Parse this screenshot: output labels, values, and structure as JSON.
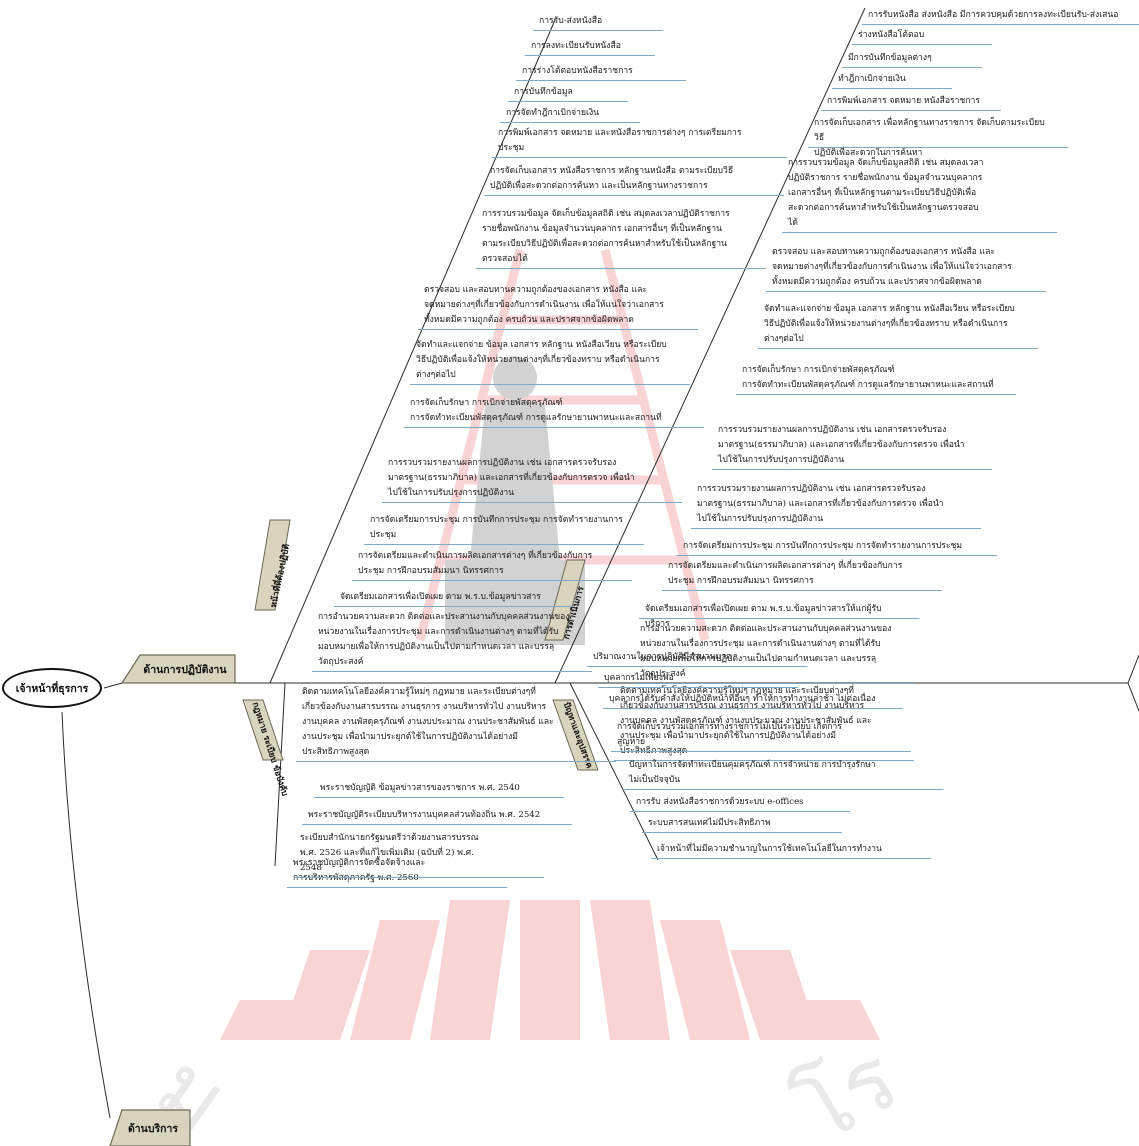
{
  "root": "เจ้าหน้าที่ธุรการ",
  "categories": {
    "operation": "ด้านการปฏิบัติงาน",
    "service": "ด้านบริการ"
  },
  "bones": {
    "duty": "หน้าที่ที่ต้องปฏิบัติ",
    "work_method": "การดำเนินการ",
    "law": "กฎหมาย ระเบียบ ข้อบังคับ",
    "problems": "ปัญหาและอุปสรรค"
  },
  "duty_items": [
    "การรับ-ส่งหนังสือ",
    "การลงทะเบียนรับหนังสือ",
    "การร่างโต้ตอบหนังสือราชการ",
    "การบันทึกข้อมูล",
    "การจัดทำฎีกาเบิกจ่ายเงิน",
    "การพิมพ์เอกสาร จดหมาย และหนังสือราชการต่างๆ การเตรียมการ\nประชุม",
    "การจัดเก็บเอกสาร หนังสือราชการ หลักฐานหนังสือ ตามระเบียบวิธี\nปฏิบัติเพื่อสะดวกต่อการค้นหา และเป็นหลักฐานทางราชการ",
    "การรวบรวมข้อมูล จัดเก็บข้อมูลสถิติ เช่น สมุดลงเวลาปฏิบัติราชการ\nรายชื่อพนักงาน ข้อมูลจำนวนบุคลากร เอกสารอื่นๆ ที่เป็นหลักฐาน\nตามระเบียบวิธีปฏิบัติเพื่อสะดวกต่อการค้นหาสำหรับใช้เป็นหลักฐาน\nตรวจสอบได้",
    "ตรวจสอบ และสอบทานความถูกต้องของเอกสาร หนังสือ และ\nจดหมายต่างๆที่เกี่ยวข้องกับการดำเนินงาน เพื่อให้แน่ใจว่าเอกสาร\nทั้งหมดมีความถูกต้อง ครบถ้วน และปราศจากข้อผิดพลาด",
    "จัดทำและแจกจ่าย ข้อมูล เอกสาร หลักฐาน หนังสือเวียน หรือระเบียบ\nวิธีปฏิบัติเพื่อแจ้งให้หน่วยงานต่างๆที่เกี่ยวข้องทราบ หรือดำเนินการ\nต่างๆต่อไป",
    "การจัดเก็บรักษา การเบิกจ่ายพัสดุครุภัณฑ์\nการจัดทำทะเบียนพัสดุครุภัณฑ์ การดูแลรักษายานพาหนะและสถานที่",
    "การรวบรวมรายงานผลการปฏิบัติงาน เช่น เอกสารตรวจรับรอง\nมาตรฐาน(ธรรมาภิบาล) และเอกสารที่เกี่ยวข้องกับการตรวจ เพื่อนำ\nไปใช้ในการปรับปรุงการปฏิบัติงาน",
    "การจัดเตรียมการประชุม การบันทึกการประชุม การจัดทำรายงานการ\nประชุม",
    "การจัดเตรียมและดำเนินการผลิตเอกสารต่างๆ ที่เกี่ยวข้องกับการ\nประชุม การฝึกอบรมสัมมนา นิทรรศการ",
    "จัดเตรียมเอกสารเพื่อเปิดเผย ตาม พ.ร.บ.ข้อมูลข่าวสาร",
    "การอำนวยความสะดวก ติดต่อและประสานงานกับบุคคลส่วนงานของ\nหน่วยงานในเรื่องการประชุม และการดำเนินงานต่างๆ ตามที่ได้รับ\nมอบหมายเพื่อให้การปฏิบัติงานเป็นไปตามกำหนดเวลา และบรรลุ\nวัตถุประสงค์",
    "ติดตามเทคโนโลยีองค์ความรู้ใหม่ๆ กฎหมาย และระเบียบต่างๆที่\nเกี่ยวข้องกับงานสารบรรณ งานธุรการ งานบริหารทั่วไป งานบริหาร\nงานบุคคล งานพัสดุครุภัณฑ์ งานงบประมาณ งานประชาสัมพันธ์ และ\nงานประชุม เพื่อนำมาประยุกต์ใช้ในการปฏิบัติงานได้อย่างมี\nประสิทธิภาพสูงสุด"
  ],
  "method_items": [
    "การรับหนังสือ ส่งหนังสือ มีการควบคุมด้วยการลงทะเบียนรับ-ส่งเสนอ",
    "ร่างหนังสือโต้ตอบ",
    "มีการบันทึกข้อมูลต่างๆ",
    "ทำฎีกาเบิกจ่ายเงิน",
    "การพิมพ์เอกสาร จดหมาย หนังสือราชการ",
    "การจัดเก็บเอกสาร เพื่อหลักฐานทางราชการ จัดเก็บตามระเบียบวิธี\nปฏิบัติเพื่อสะดวกในการค้นหา",
    "การรวบรวมข้อมูล จัดเก็บข้อมูลสถิติ เช่น สมุดลงเวลา\nปฏิบัติราชการ รายชื่อพนักงาน ข้อมูลจำนวนบุคลากร\nเอกสารอื่นๆ ที่เป็นหลักฐานตามระเบียบวิธีปฏิบัติเพื่อ\nสะดวกต่อการค้นหาสำหรับใช้เป็นหลักฐานตรวจสอบ\nได้",
    "ตรวจสอบ และสอบทานความถูกต้องของเอกสาร หนังสือ และ\nจดหมายต่างๆที่เกี่ยวข้องกับการดำเนินงาน เพื่อให้แน่ใจว่าเอกสาร\nทั้งหมดมีความถูกต้อง ครบถ้วน และปราศจากข้อผิดพลาด",
    "จัดทำและแจกจ่าย ข้อมูล เอกสาร หลักฐาน หนังสือเวียน หรือระเบียบ\nวิธีปฏิบัติเพื่อแจ้งให้หน่วยงานต่างๆที่เกี่ยวข้องทราบ หรือดำเนินการ\nต่างๆต่อไป",
    "การจัดเก็บรักษา การเบิกจ่ายพัสดุครุภัณฑ์\nการจัดทำทะเบียนพัสดุครุภัณฑ์ การดูแลรักษายานพาหนะและสถานที่",
    "การรวบรวมรายงานผลการปฏิบัติงาน เช่น เอกสารตรวจรับรอง\nมาตรฐาน(ธรรมาภิบาล) และเอกสารที่เกี่ยวข้องกับการตรวจ เพื่อนำ\nไปใช้ในการปรับปรุงการปฏิบัติงาน",
    "การรวบรวมรายงานผลการปฏิบัติงาน เช่น เอกสารตรวจรับรอง\nมาตรฐาน(ธรรมาภิบาล) และเอกสารที่เกี่ยวข้องกับการตรวจ เพื่อนำ\nไปใช้ในการปรับปรุงการปฏิบัติงาน",
    "การจัดเตรียมการประชุม การบันทึกการประชุม การจัดทำรายงานการประชุม",
    "การจัดเตรียมและดำเนินการผลิตเอกสารต่างๆ ที่เกี่ยวข้องกับการ\nประชุม การฝึกอบรมสัมมนา นิทรรศการ",
    "จัดเตรียมเอกสารเพื่อเปิดเผย ตาม พ.ร.บ.ข้อมูลข่าวสารให้แก่ผู้รับบริการ",
    "การอำนวยความสะดวก ติดต่อและประสานงานกับบุคคลส่วนงานของ\nหน่วยงานในเรื่องการประชุม และการดำเนินงานต่างๆ ตามที่ได้รับ\nมอบหมายเพื่อให้การปฏิบัติงานเป็นไปตามกำหนดเวลา และบรรลุ\nวัตถุประสงค์",
    "ติดตามเทคโนโลยีองค์ความรู้ใหม่ๆ กฎหมาย และระเบียบต่างๆที่\nเกี่ยวข้องกับงานสารบรรณ งานธุรการ งานบริหารทั่วไป งานบริหาร\nงานบุคคล งานพัสดุครุภัณฑ์ งานงบประมาณ งานประชาสัมพันธ์ และ\nงานประชุม เพื่อนำมาประยุกต์ใช้ในการปฏิบัติงานได้อย่างมี\nประสิทธิภาพสูงสุด"
  ],
  "law_items": [
    "พระราชบัญญัติการจัดซื้อจัดจ้างและ\nการบริหารพัสดุภาครัฐ พ.ศ. 2560",
    "ระเบียบสำนักนายกรัฐมนตรีว่าด้วยงานสารบรรณ\nพ.ศ. 2526 และที่แก้ไขเพิ่มเติม (ฉบับที่ 2) พ.ศ.\n2548",
    "พระราชบัญญัติระเบียบบริหารงานบุคคลส่วนท้องถิ่น พ.ศ. 2542",
    "พระราชบัญญัติ ข้อมูลข่าวสารของราชการ พ.ศ. 2540"
  ],
  "problem_items": [
    "ปริมาณงานในการปฏิบัติมีจำนวนมาก",
    "บุคลากรไม่เพียงพอ",
    "บุคลากรได้รับคำสั่งให้ปฏิบัติหน้าที่อื่นๆ ทำให้การทำงานล่าช้า ไม่ต่อเนื่อง",
    "การจัดเก็บรวบรวมเอกสารทางราชการไม่เป็นระเบียบ เกิดการ\nสูญหาย",
    "ปัญหาในการจัดทำทะเบียนคุมครุภัณฑ์ การจำหน่าย การบำรุงรักษา\nไม่เป็นปัจจุบัน",
    "การรับ ส่งหนังสือราชการด้วยระบบ e-offices",
    "ระบบสารสนเทศไม่มีประสิทธิภาพ",
    "เจ้าหน้าที่ไม่มีความชำนาญในการใช้เทคโนโลยีในการทำงาน"
  ],
  "colors": {
    "line": "#2b2b2b",
    "underline": "#7fa9c9",
    "box_fill": "#d9d4bd",
    "box_stroke": "#6b6a55",
    "watermark": "#e23b3b"
  }
}
